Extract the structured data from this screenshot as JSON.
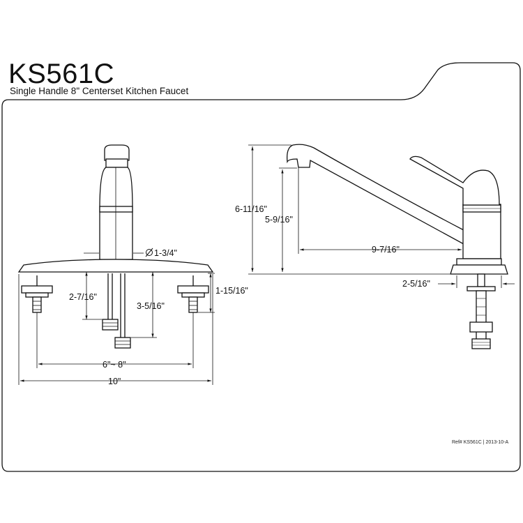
{
  "header": {
    "model": "KS561C",
    "description": "Single Handle 8\" Centerset Kitchen Faucet"
  },
  "footer": {
    "reference": "Ref# KS561C | 2013-10-A"
  },
  "dimensions": {
    "spout_base_diameter": "1-3/4\"",
    "hose_length_left": "2-7/16\"",
    "hose_length_center": "3-5/16\"",
    "shank_length": "1-15/16\"",
    "hole_spacing": "6\"~ 8\"",
    "plate_width": "10\"",
    "overall_height": "6-11/16\"",
    "spout_height": "5-9/16\"",
    "spout_reach": "9-7/16\"",
    "base_width": "2-5/16\""
  },
  "colors": {
    "line": "#111111",
    "background": "#ffffff"
  }
}
